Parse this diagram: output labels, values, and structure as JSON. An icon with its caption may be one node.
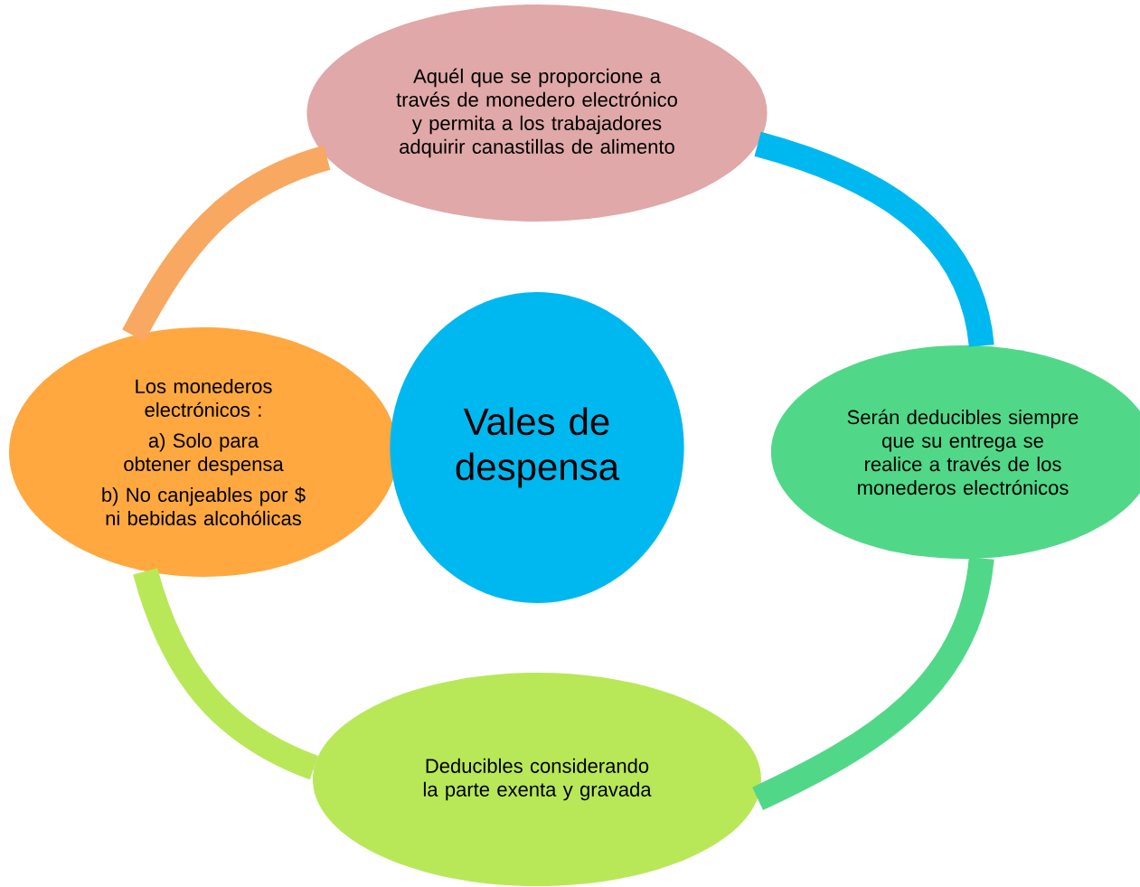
{
  "diagram": {
    "nodes": [
      {
        "text": [
          "Aquél que se proporcione a través de monedero electrónico y permita a los trabajadores adquirir canastillas de alimento"
        ]
      },
      {
        "text": [
          "Los monederos electrónicos :",
          "a) Solo para obtener despensa",
          "b) No canjeables por $ ni bebidas alcohólicas"
        ]
      },
      {
        "text": [
          "Vales de despensa"
        ]
      },
      {
        "text": [
          "Serán deducibles siempre que su entrega se realice a través de los monederos electrónicos"
        ]
      },
      {
        "text": [
          "Deducibles  considerando la parte exenta y gravada"
        ]
      }
    ],
    "edges": [
      {
        "from": 0,
        "to": 3,
        "arrow": "none",
        "color": "#00b8f0"
      },
      {
        "from": 3,
        "to": 4,
        "arrow": "none",
        "color": "#50d888"
      },
      {
        "from": 4,
        "to": 1,
        "arrow": "none",
        "color": "#b8e858"
      },
      {
        "from": 1,
        "to": 0,
        "arrow": "none",
        "color": "#f8a860"
      }
    ]
  }
}
